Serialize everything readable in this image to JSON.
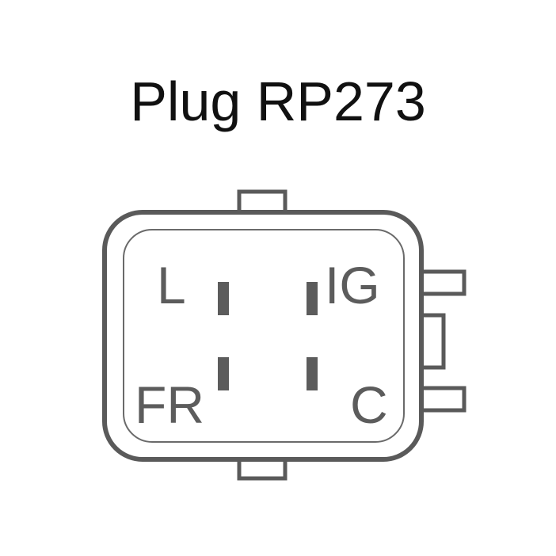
{
  "title": "Plug RP273",
  "colors": {
    "outline": "#5a5a5a",
    "inner_outline": "#6a6a6a",
    "pin": "#5c5c5c",
    "label": "#5c5c5c",
    "title": "#111111",
    "background": "#ffffff"
  },
  "pins": [
    {
      "id": "L",
      "label": "L"
    },
    {
      "id": "IG",
      "label": "IG"
    },
    {
      "id": "FR",
      "label": "FR"
    },
    {
      "id": "C",
      "label": "C"
    }
  ]
}
